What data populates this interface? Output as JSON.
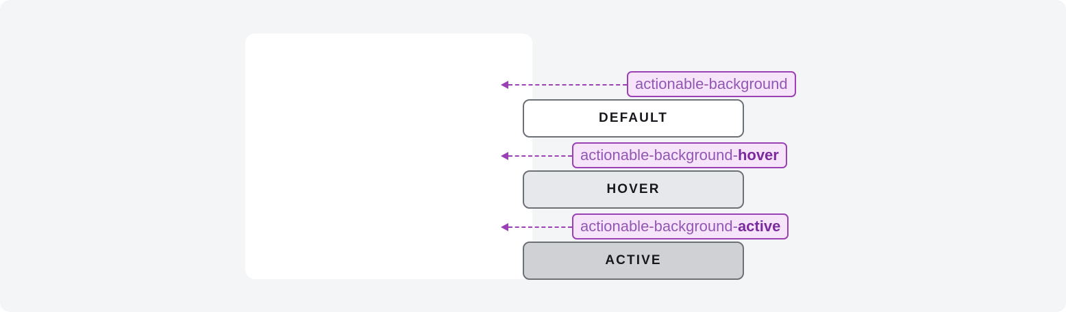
{
  "page": {
    "background_color": "#f4f5f7",
    "card_background": "#ffffff"
  },
  "colors": {
    "button_border": "#6b6f76",
    "button_text": "#16181d",
    "default_fill": "#ffffff",
    "hover_fill": "#e6e8eb",
    "active_fill": "#cfd1d4",
    "token_fill": "#f6e4fa",
    "token_border": "#9b3fb5",
    "token_text": "#9257b0",
    "token_suffix_text": "#7b2a9d",
    "connector": "#9b3fb5"
  },
  "states": [
    {
      "id": "default",
      "button_label": "DEFAULT",
      "token_base": "actionable-background",
      "token_suffix": ""
    },
    {
      "id": "hover",
      "button_label": "HOVER",
      "token_base": "actionable-background-",
      "token_suffix": "hover"
    },
    {
      "id": "active",
      "button_label": "ACTIVE",
      "token_base": "actionable-background-",
      "token_suffix": "active"
    }
  ],
  "icons": {
    "arrow": "arrow-left-icon",
    "connector": "dashed-connector-line"
  }
}
